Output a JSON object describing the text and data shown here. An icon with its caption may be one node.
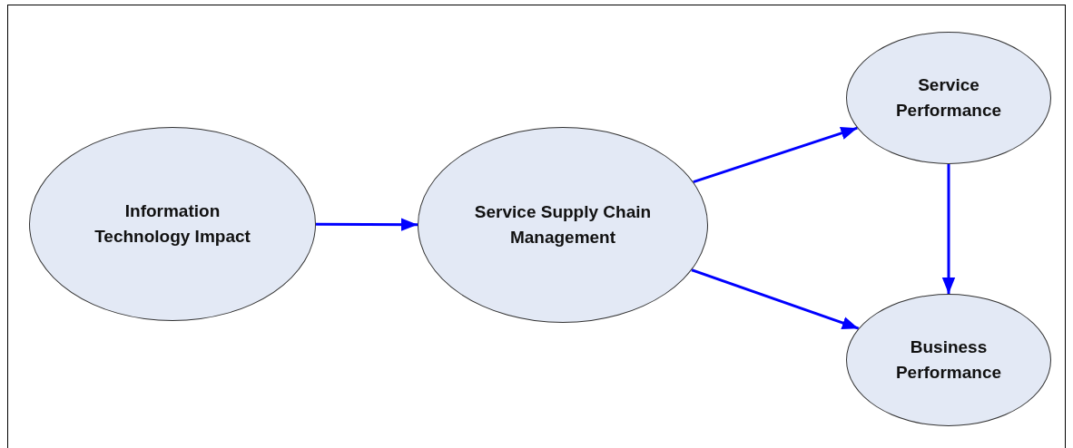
{
  "diagram": {
    "nodes": [
      {
        "text": [
          "Information Technology Impact"
        ]
      },
      {
        "text": [
          "Service Supply Chain Management"
        ]
      },
      {
        "text": [
          "Service Performance"
        ]
      },
      {
        "text": [
          "Business Performance"
        ]
      }
    ],
    "edges": [
      {
        "from": 0,
        "to": 1,
        "arrow": "to"
      },
      {
        "from": 1,
        "to": 2,
        "arrow": "to"
      },
      {
        "from": 1,
        "to": 3,
        "arrow": "to"
      },
      {
        "from": 2,
        "to": 3,
        "arrow": "to"
      }
    ]
  }
}
